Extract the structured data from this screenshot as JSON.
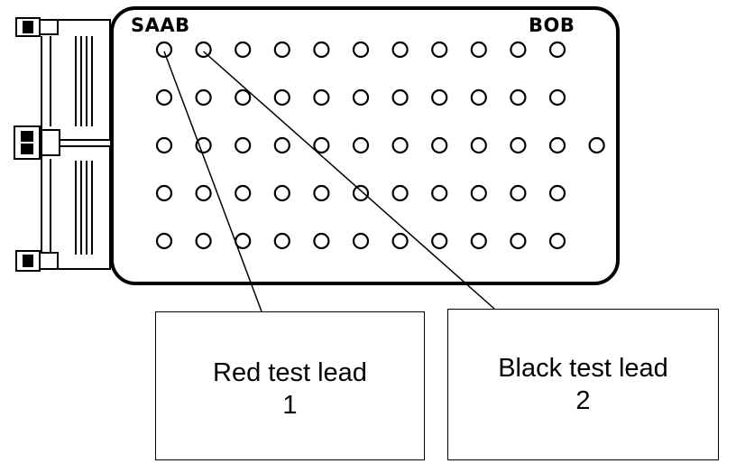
{
  "board": {
    "brand_left": "SAAB",
    "brand_right": "BOB",
    "pin_rows": [
      {
        "row": 1,
        "pins": 11
      },
      {
        "row": 2,
        "pins": 11
      },
      {
        "row": 3,
        "pins": 12
      },
      {
        "row": 4,
        "pins": 11
      },
      {
        "row": 5,
        "pins": 11
      }
    ]
  },
  "leads": [
    {
      "id": "red",
      "label": "Red test lead",
      "number": "1",
      "pin_row": 1,
      "pin_index": 1
    },
    {
      "id": "black",
      "label": "Black test lead",
      "number": "2",
      "pin_row": 1,
      "pin_index": 2
    }
  ],
  "colors": {
    "ink": "#000000",
    "background": "#ffffff"
  }
}
